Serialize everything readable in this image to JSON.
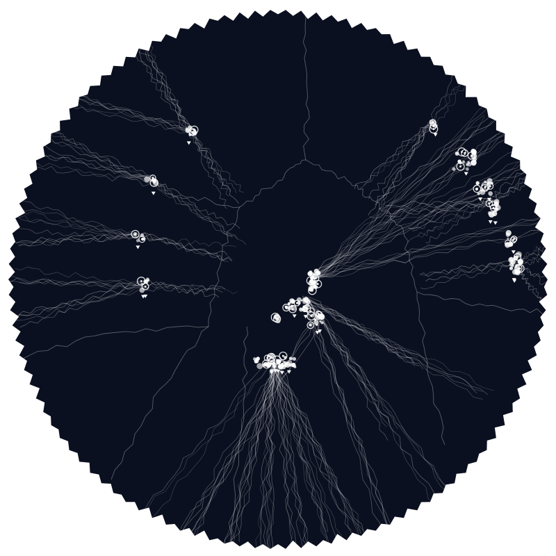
{
  "colors": {
    "page_background": "#ffffff",
    "disc": "#0b1020",
    "line": "#ffffff",
    "node": "#ffffff"
  },
  "artwork": {
    "shape": "irregular-disc",
    "edge": "jagged",
    "elements": [
      "radial-paths",
      "dividing-lines",
      "node-clusters",
      "node-rings",
      "triangle-markers"
    ]
  }
}
